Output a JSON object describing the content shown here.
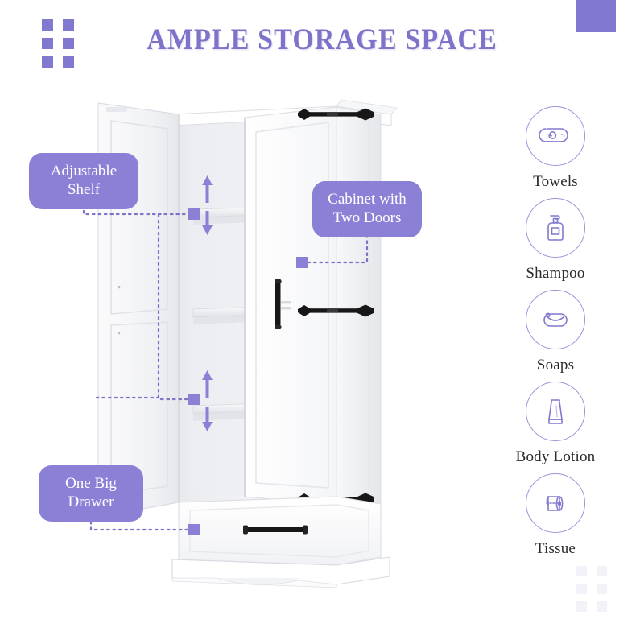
{
  "header": {
    "title": "AMPLE STORAGE SPACE",
    "accent_color": "#8079cf",
    "title_color": "#7d74ca"
  },
  "decor": {
    "top_left_grid": "dot-grid-icon",
    "top_right_block": "corner-block",
    "bottom_right_grid": "dot-grid-icon",
    "grid_cells": 6
  },
  "product": {
    "name": "two-door-storage-cabinet",
    "body_color": "#ffffff",
    "hardware_color": "#1e1e1e",
    "callouts": [
      {
        "id": "adjustable-shelf",
        "label": "Adjustable\nShelf",
        "badge_color": "#8a81d6"
      },
      {
        "id": "cabinet-two-doors",
        "label": "Cabinet with\nTwo Doors",
        "badge_color": "#8a81d6"
      },
      {
        "id": "one-big-drawer",
        "label": "One Big\nDrawer",
        "badge_color": "#8a81d6"
      }
    ],
    "connector_color": "#7c72c9",
    "marker_color": "#8a81d6"
  },
  "features": {
    "icon_color": "#8079cf",
    "items": [
      {
        "icon": "towel-roll-icon",
        "label": "Towels"
      },
      {
        "icon": "shampoo-bottle-icon",
        "label": "Shampoo"
      },
      {
        "icon": "soap-bar-icon",
        "label": "Soaps"
      },
      {
        "icon": "lotion-tube-icon",
        "label": "Body Lotion"
      },
      {
        "icon": "tissue-roll-icon",
        "label": "Tissue"
      }
    ]
  }
}
